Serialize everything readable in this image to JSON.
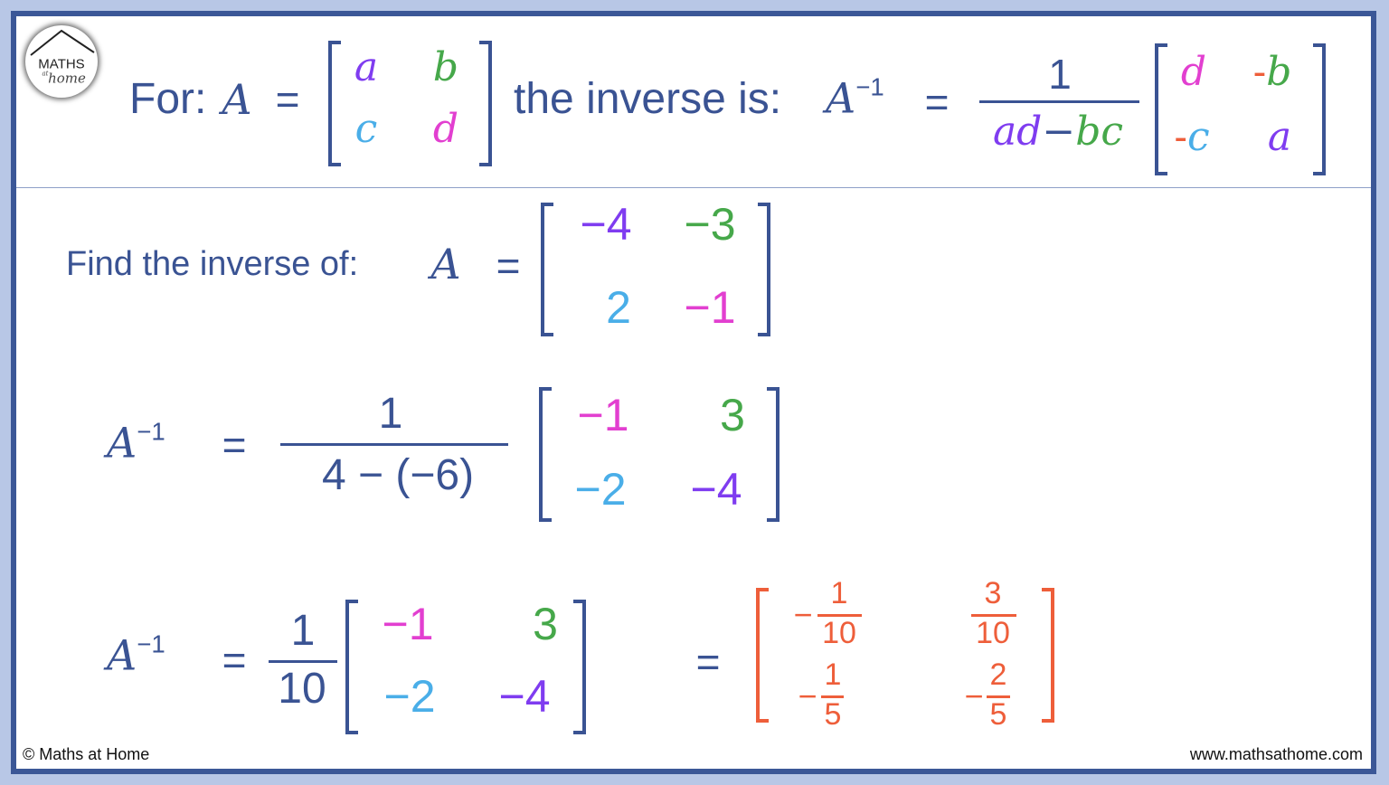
{
  "logo": {
    "line1": "MATHS",
    "line2": "at",
    "line3": "home"
  },
  "formula": {
    "for": "For:",
    "A": "A",
    "eq": "=",
    "a": "a",
    "b": "b",
    "c": "c",
    "d": "d",
    "inverse_is": "the inverse is:",
    "Ainv": "A",
    "exp": "−1",
    "num": "1",
    "den_ad": "ad",
    "den_minus": "−",
    "den_bc": "bc",
    "r_d": "d",
    "r_mb_sign": "-",
    "r_mb": "b",
    "r_mc_sign": "-",
    "r_mc": "c",
    "r_a": "a"
  },
  "problem": {
    "label": "Find the inverse of:",
    "A": "A",
    "eq": "=",
    "m11": "−4",
    "m12": "−3",
    "m21": "2",
    "m22": "−1"
  },
  "step1": {
    "Ainv": "A",
    "exp": "−1",
    "eq": "=",
    "num": "1",
    "den": "4 − (−6)",
    "m11": "−1",
    "m12": "3",
    "m21": "−2",
    "m22": "−4"
  },
  "step2": {
    "Ainv": "A",
    "exp": "−1",
    "eq": "=",
    "num": "1",
    "den": "10",
    "m11": "−1",
    "m12": "3",
    "m21": "−2",
    "m22": "−4",
    "eq2": "=",
    "r11": {
      "sign": "−",
      "num": "1",
      "den": "10"
    },
    "r12": {
      "sign": "",
      "num": "3",
      "den": "10"
    },
    "r21": {
      "sign": "−",
      "num": "1",
      "den": "5"
    },
    "r22": {
      "sign": "−",
      "num": "2",
      "den": "5"
    }
  },
  "footer": {
    "copyright": "© Maths at Home",
    "url": "www.mathsathome.com"
  },
  "colors": {
    "navy": "#3a5393",
    "a": "#7f3cf0",
    "b": "#46a84a",
    "c": "#4aaee8",
    "d": "#e23fd0",
    "result": "#ee5e3a",
    "frame": "#3b5797",
    "background": "#b8c7e6"
  }
}
